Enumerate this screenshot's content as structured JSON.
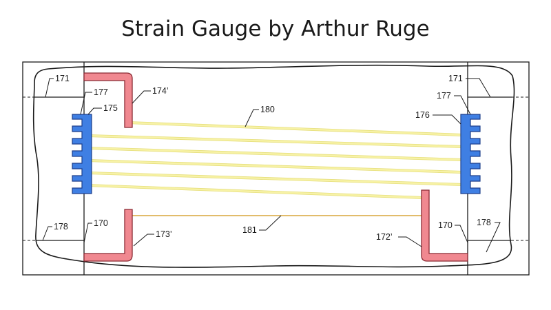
{
  "title": "Strain Gauge by Arthur Ruge",
  "colors": {
    "wire": "#f7f2a6",
    "wire_edge": "#e6df7c",
    "terminal": "#3f7fe3",
    "terminal_edge": "#1d3f8a",
    "bracket": "#f08890",
    "bracket_edge": "#8a2a33",
    "lower_wire": "#d8a53a"
  },
  "labels": {
    "l171_left": "171",
    "l171_right": "171",
    "l177_left": "177",
    "l177_right": "177",
    "l175": "175",
    "l176": "176",
    "l174p": "174’",
    "l180": "180",
    "l178_left": "178",
    "l178_right": "178",
    "l170_left": "170",
    "l170_right": "170",
    "l173p": "173’",
    "l181": "181",
    "l172p": "172’"
  }
}
